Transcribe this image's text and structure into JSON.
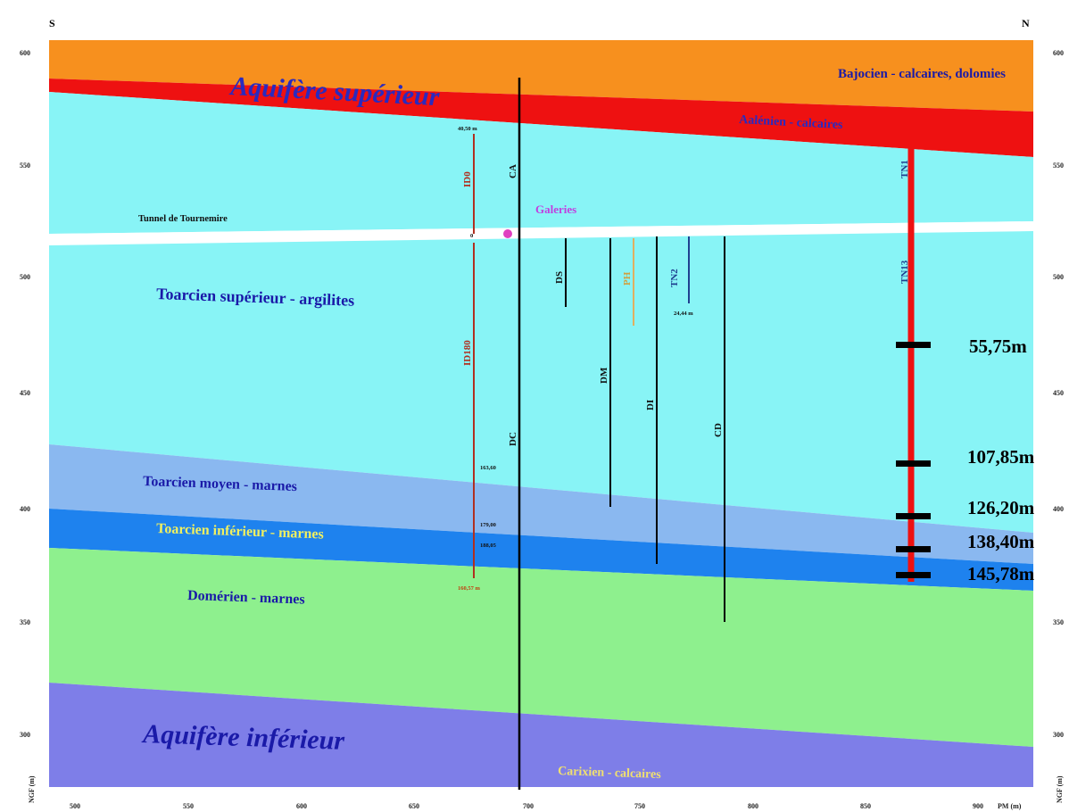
{
  "compass": {
    "south": "S",
    "north": "N"
  },
  "y_axis": {
    "title": "NGF (m)",
    "ticks": [
      "600",
      "550",
      "500",
      "450",
      "400",
      "350",
      "300"
    ]
  },
  "x_axis": {
    "title": "PM (m)",
    "ticks": [
      "500",
      "550",
      "600",
      "650",
      "700",
      "750",
      "800",
      "850",
      "900"
    ]
  },
  "layers": {
    "bajocien": "Bajocien - calcaires, dolomies",
    "aquifere_sup": "Aquifère supérieur",
    "aalenien": "Aalénien - calcaires",
    "tunnel": "Tunnel de Tournemire",
    "galeries": "Galeries",
    "toarcien_sup": "Toarcien supérieur - argilites",
    "toarcien_moyen": "Toarcien moyen - marnes",
    "toarcien_inf": "Toarcien inférieur - marnes",
    "domerien": "Domérien - marnes",
    "aquifere_inf": "Aquifère inférieur",
    "carixien": "Carixien - calcaires"
  },
  "boreholes": {
    "id0": "ID0",
    "id180": "ID180",
    "ca": "CA",
    "dc": "DC",
    "ds": "DS",
    "ph": "PH",
    "tn2": "TN2",
    "dm": "DM",
    "di": "DI",
    "cd": "CD",
    "tn1": "TN1",
    "tn13": "TN13"
  },
  "annotations": {
    "id0_top": "40,50 m",
    "id0_zero": "0",
    "tn2_depth": "24,44 m",
    "d163": "163,60",
    "d179": "179,00",
    "d188": "188,05",
    "id180_bottom": "160,57 m"
  },
  "depth_labels": [
    "55,75m",
    "107,85m",
    "126,20m",
    "138,40m",
    "145,78m"
  ],
  "colors": {
    "bajocien": "#f7901e",
    "aalenien": "#ee1111",
    "toarcien_sup": "#88f4f6",
    "toarcien_moyen": "#8ab8f0",
    "toarcien_inf": "#1e82ee",
    "domerien": "#8ef08e",
    "carixien": "#7e7ee8",
    "tn1_well": "#ee1111"
  }
}
